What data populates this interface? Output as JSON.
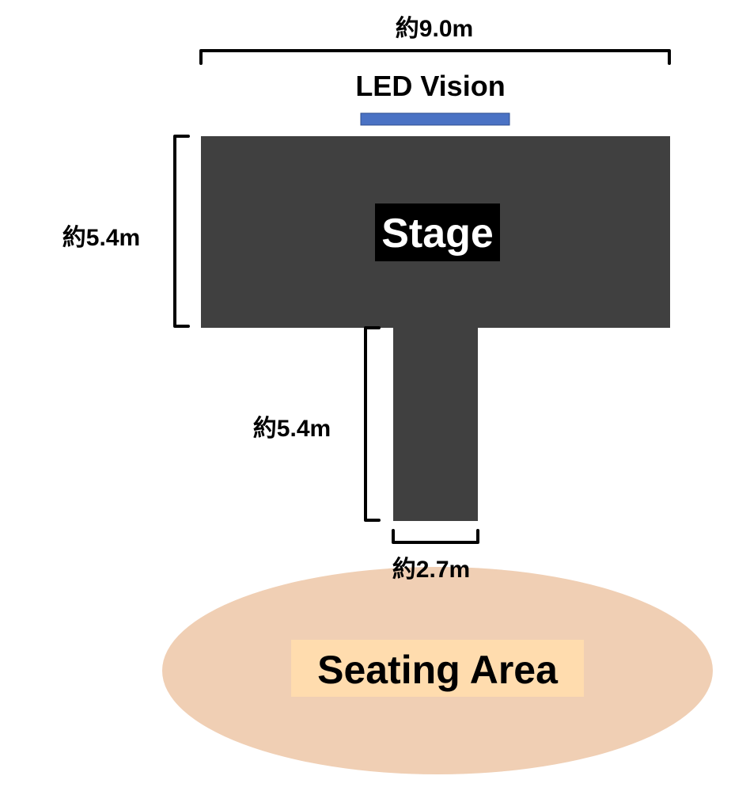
{
  "dimensions": {
    "stage_width": "約9.0m",
    "stage_depth": "約5.4m",
    "runway_length": "約5.4m",
    "runway_width": "約2.7m"
  },
  "labels": {
    "led_vision": "LED Vision",
    "stage": "Stage",
    "seating_area": "Seating Area"
  },
  "colors": {
    "stage": "#404040",
    "led_screen": "#4a72c4",
    "seating_ellipse": "#f0cfb4",
    "seating_label_bg": "#ffdcae",
    "stage_label_bg": "#000000"
  }
}
